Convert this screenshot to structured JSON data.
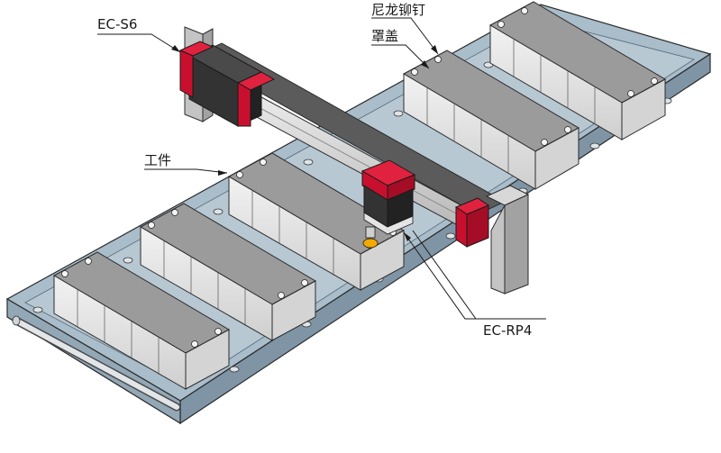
{
  "labels": {
    "ec_s6": "EC-S6",
    "nylon_rivet": "尼龙铆钉",
    "cover": "罩盖",
    "workpiece": "工件",
    "ec_rp4": "EC-RP4"
  },
  "colors": {
    "conveyor_top": "#a8bcc9",
    "conveyor_side": "#7d93a3",
    "roller": "#d9dfe3",
    "box_top": "#9a9a9a",
    "box_side": "#e8e8e8",
    "frame": "#bdbdbd",
    "actuator_body": "#3c3c3c",
    "actuator_cap": "#c8102e",
    "gripper_pad": "#f2a900"
  }
}
